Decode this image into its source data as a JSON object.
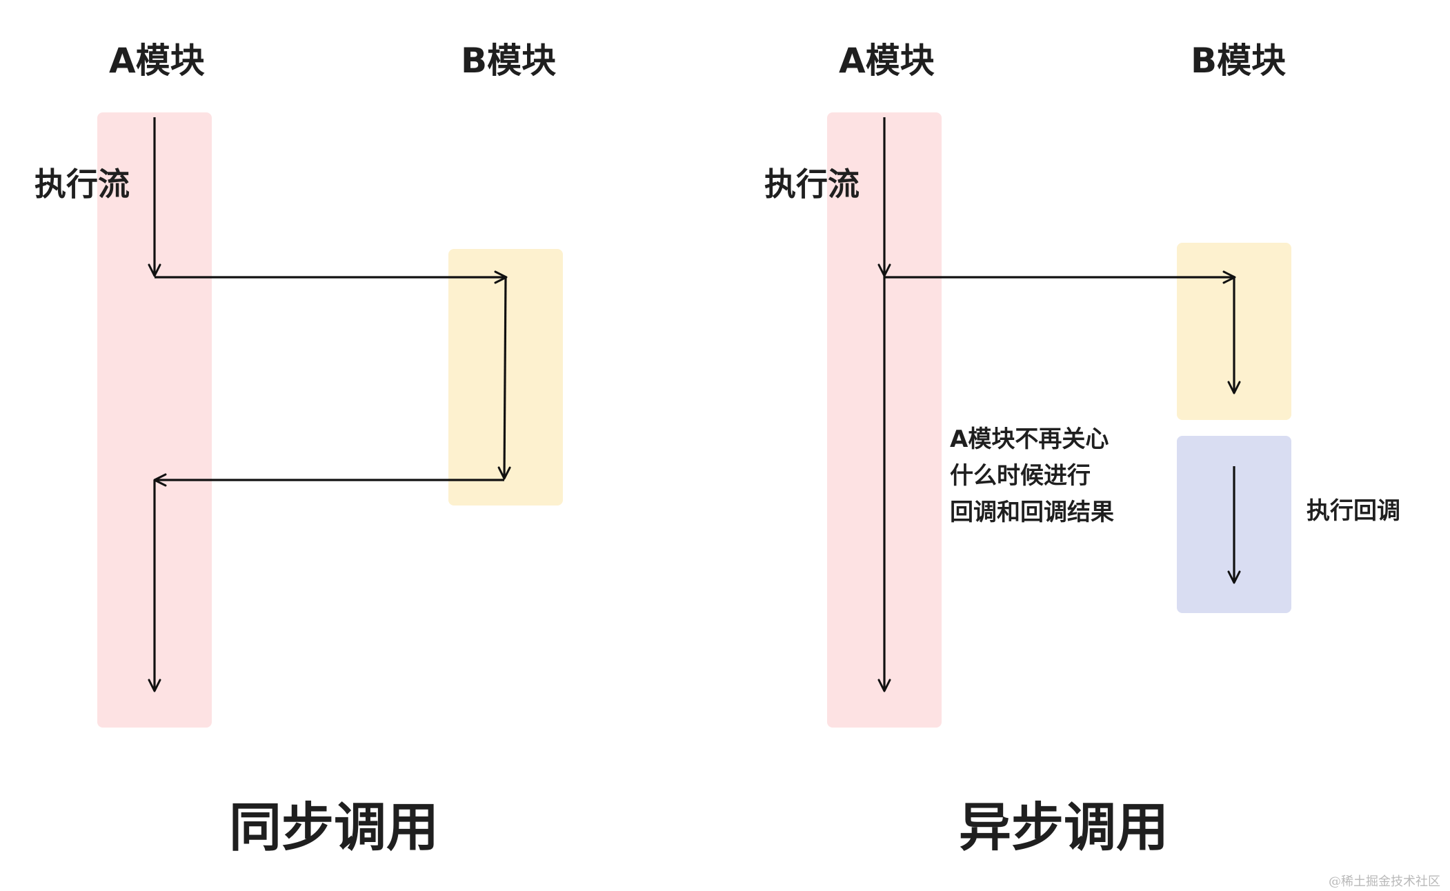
{
  "sync": {
    "module_a_label": "A模块",
    "module_b_label": "B模块",
    "flow_label": "执行流",
    "title": "同步调用"
  },
  "async": {
    "module_a_label": "A模块",
    "module_b_label": "B模块",
    "flow_label": "执行流",
    "note_lines": [
      "A模块不再关心",
      "什么时候进行",
      "回调和回调结果"
    ],
    "callback_label": "执行回调",
    "title": "异步调用"
  },
  "watermark": "@稀土掘金技术社区",
  "colors": {
    "module_a_bg": "#fde2e3",
    "module_b_bg": "#fdf1cf",
    "callback_bg": "#d9ddf2",
    "arrow": "#111111",
    "text": "#1f1f1f"
  }
}
